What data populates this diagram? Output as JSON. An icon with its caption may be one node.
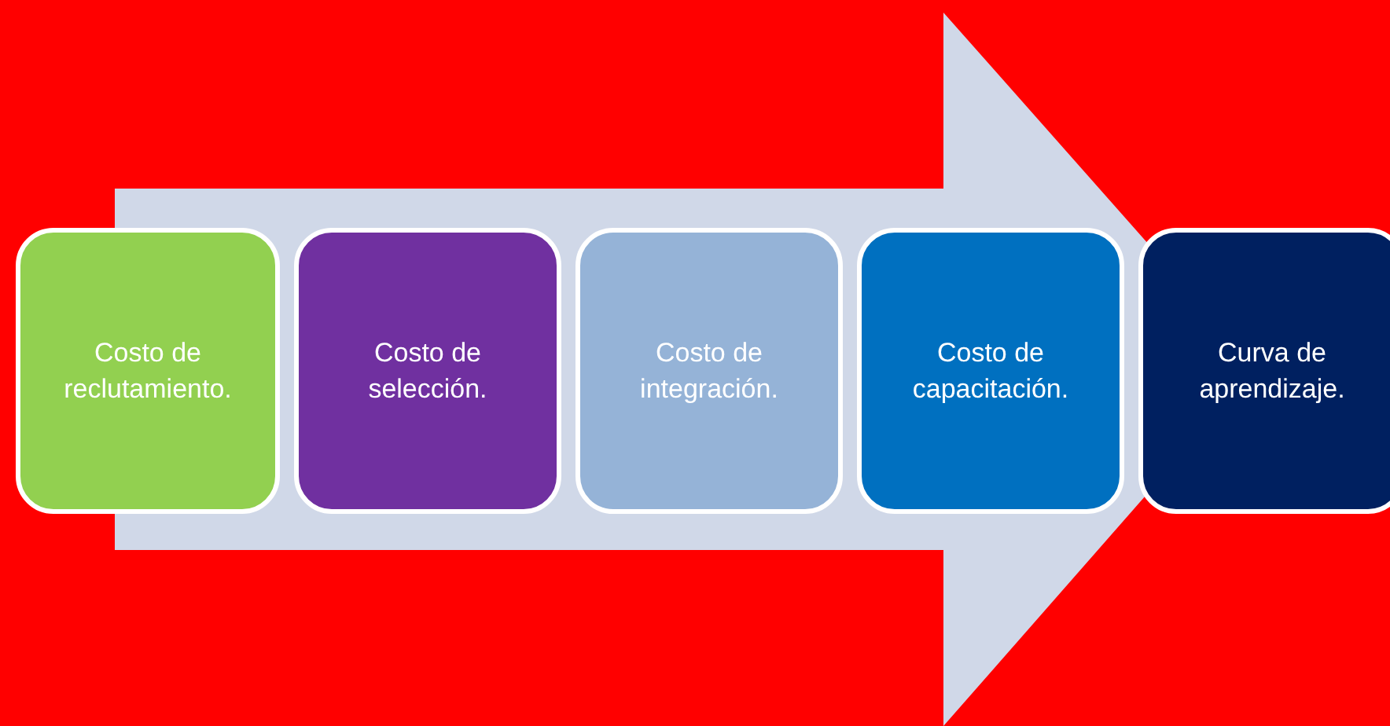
{
  "diagram": {
    "nodes": [
      {
        "text": [
          "Costo de reclutamiento."
        ]
      },
      {
        "text": [
          "Costo de selección."
        ]
      },
      {
        "text": [
          "Costo de integración."
        ]
      },
      {
        "text": [
          "Costo de capacitación."
        ]
      },
      {
        "text": [
          "Curva de aprendizaje."
        ]
      }
    ],
    "edges": [
      {
        "from": 0,
        "to": 4,
        "arrow": "to"
      }
    ]
  }
}
